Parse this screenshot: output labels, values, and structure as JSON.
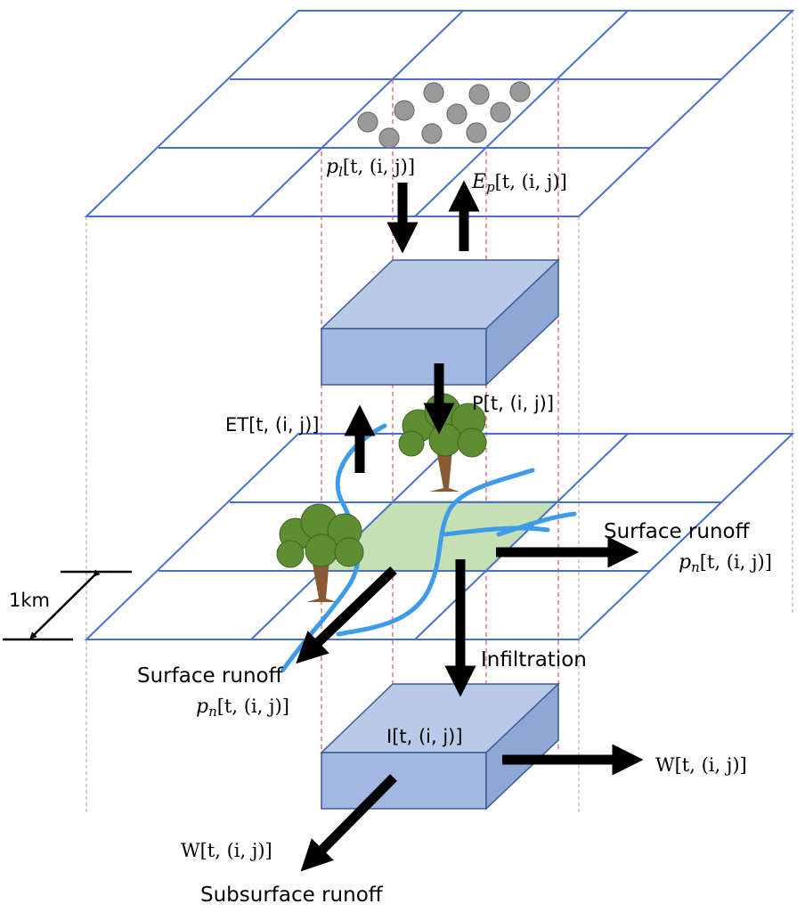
{
  "labels": {
    "pl_sym": "p",
    "pl_sub": "l",
    "pl_arg": "[t, (i, j)]",
    "ep_sym": "E",
    "ep_sub": "p",
    "ep_arg": "[t, (i, j)]",
    "p_label": "P[t, (i, j)]",
    "et_label": "ET[t, (i, j)]",
    "surface_runoff_right": "Surface runoff",
    "pn_right_sym": "p",
    "pn_right_sub": "n",
    "pn_right_arg": "[t, (i, j)]",
    "surface_runoff_left": "Surface runoff",
    "pn_left_sym": "p",
    "pn_left_sub": "n",
    "pn_left_arg": "[t, (i, j)]",
    "scale": "1km",
    "infiltration": "Infiltration",
    "i_label": "I[t, (i, j)]",
    "w_right": "W[t, (i, j)]",
    "w_left": "W[t, (i, j)]",
    "subsurface_runoff": "Subsurface runoff"
  },
  "colors": {
    "grid": "#4a6fd0",
    "box_top": "#b9c9e8",
    "box_front": "#a2b8e2",
    "box_side": "#8fa7d4",
    "river": "#3d9be9",
    "green_cell": "#c5e0b4",
    "cloud": "#9a9a9a",
    "tree_leaf": "#5e8d32",
    "tree_trunk": "#8a5a35",
    "dash": "#e05050",
    "gray_dash": "#b0b0b0"
  }
}
